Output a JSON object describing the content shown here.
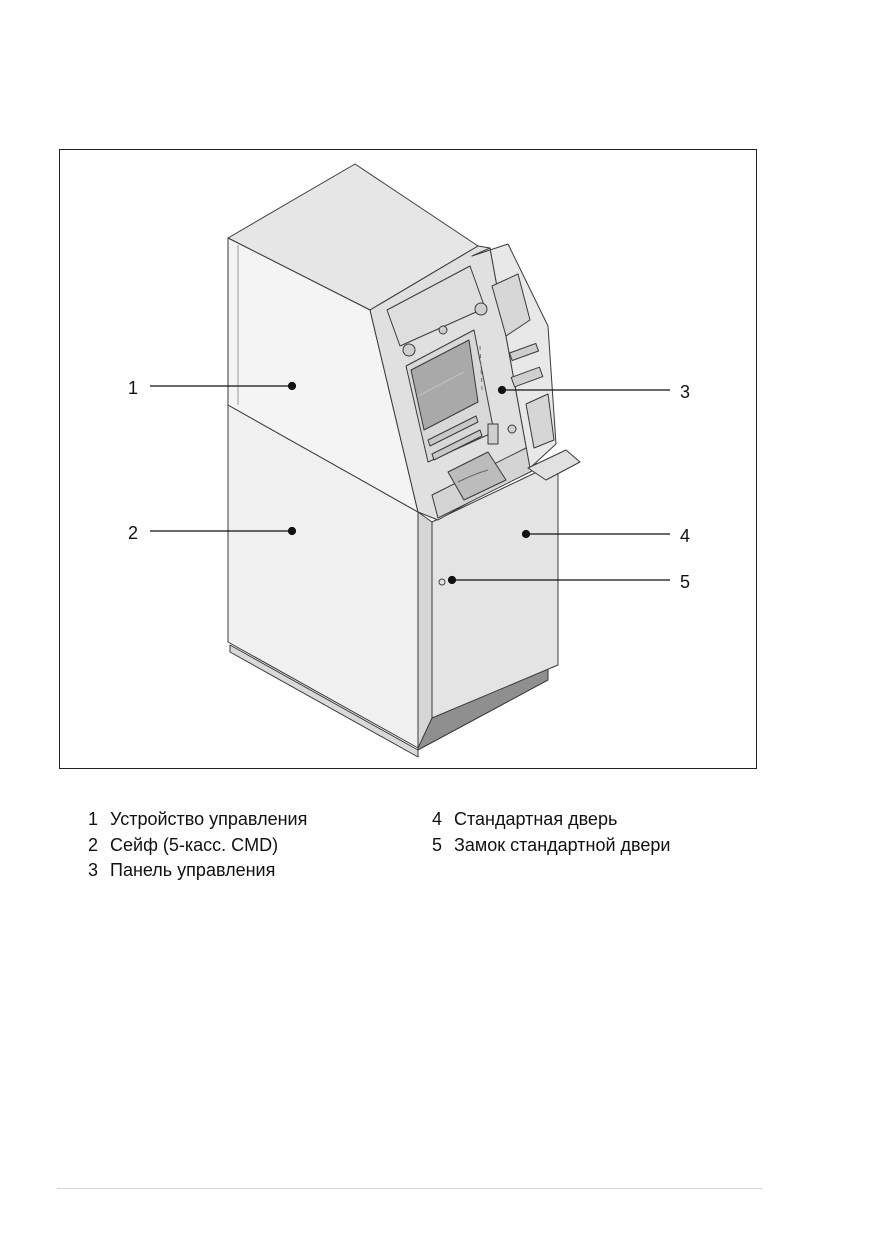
{
  "callouts": [
    {
      "number": "1",
      "label": "Устройство управления"
    },
    {
      "number": "2",
      "label": "Сейф (5-касс. CMD)"
    },
    {
      "number": "3",
      "label": "Панель управления"
    },
    {
      "number": "4",
      "label": "Стандартная дверь"
    },
    {
      "number": "5",
      "label": "Замок стандартной двери"
    }
  ]
}
